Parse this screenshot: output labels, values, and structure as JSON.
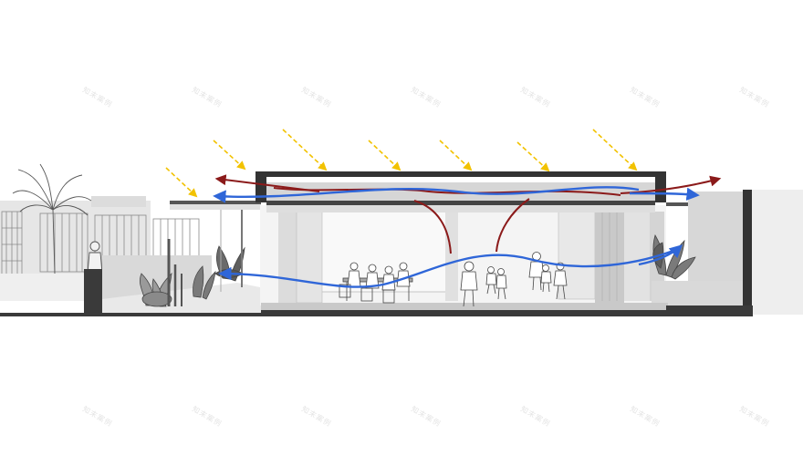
{
  "diagram": {
    "watermark_text": "知末案例",
    "colors": {
      "sun": "#f2c200",
      "warm_air": "#8b1a1a",
      "cool_air": "#2f66d8",
      "structure": "#333333",
      "wall_grey": "#d9d9d9",
      "interior_grey": "#ebebeb",
      "ground": "#3a3a3a"
    },
    "icons": {
      "sun_ray": "dashed-arrow-icon",
      "airflow": "curved-arrow-icon",
      "person": "person-figure-icon",
      "plant": "plant-icon",
      "palm": "palm-tree-icon"
    },
    "sun_ray_count": 7,
    "warm_airflow_count": 4,
    "cool_airflow_count": 2
  }
}
